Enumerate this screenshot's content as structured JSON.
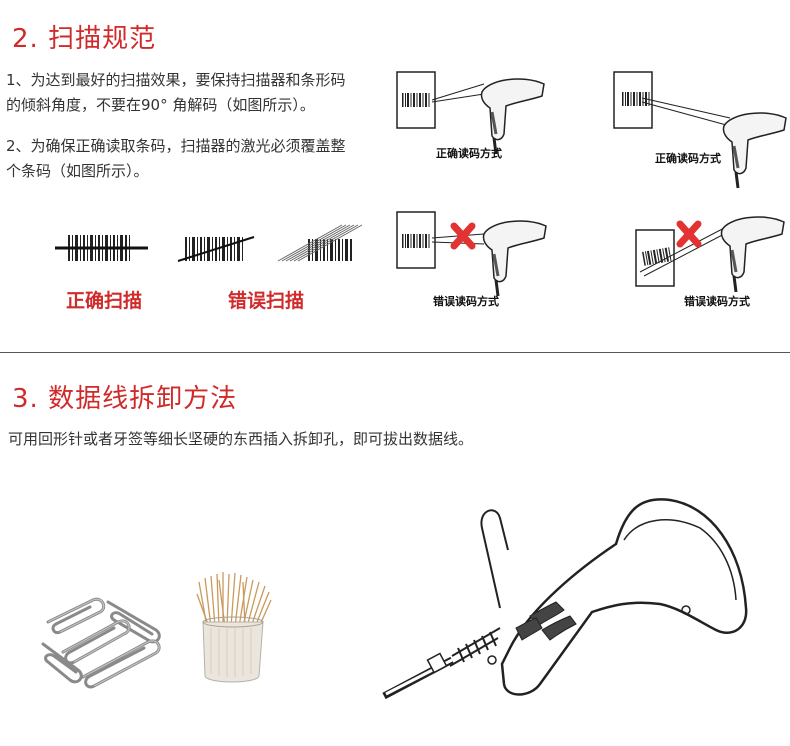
{
  "section2": {
    "title": "2. 扫描规范",
    "para1_line1": "1、为达到最好的扫描效果，要保持扫描器和条形码",
    "para1_line2": "的倾斜角度，不要在90°  角解码（如图所示）。",
    "para2_line1": "2、为确保正确读取条码，扫描器的激光必须覆盖整",
    "para2_line2": "个条码（如图所示）。",
    "label_correct": "正确扫描",
    "label_wrong": "错误扫描",
    "caption_correct_1": "正确读码方式",
    "caption_correct_2": "正确读码方式",
    "caption_wrong_1": "错误读码方式",
    "caption_wrong_2": "错误读码方式",
    "accent_color": "#d02b2b"
  },
  "section3": {
    "title": "3. 数据线拆卸方法",
    "description": "可用回形针或者牙签等细长坚硬的东西插入拆卸孔，即可拔出数据线。"
  }
}
